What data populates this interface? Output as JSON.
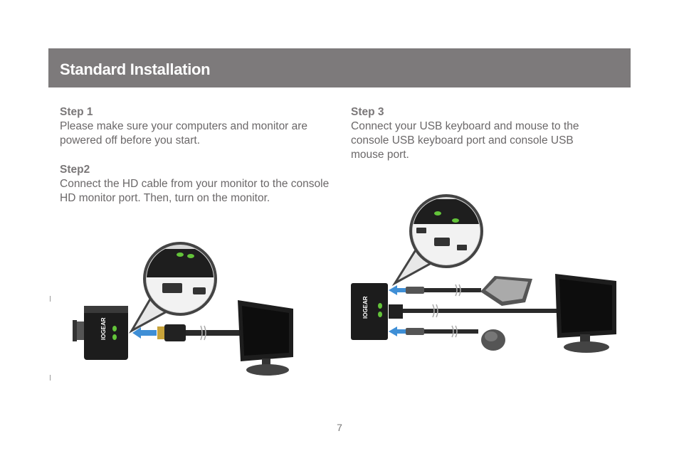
{
  "header": {
    "title": "Standard Installation"
  },
  "steps": {
    "step1": {
      "title": "Step 1",
      "text": "Please make sure your computers and monitor are powered off before you start."
    },
    "step2": {
      "title": "Step2",
      "text": "Connect the HD cable from your monitor to the console HD monitor port. Then, turn on the monitor."
    },
    "step3": {
      "title": "Step 3",
      "text": "Connect your USB keyboard and mouse to the console USB keyboard port and console USB mouse port."
    }
  },
  "illustration": {
    "brand": "IOGEAR"
  },
  "footer": {
    "page_number": "7"
  },
  "colors": {
    "header_bg": "#7d7a7b",
    "arrow_blue": "#3f8fd6",
    "led_green": "#63c43a"
  }
}
